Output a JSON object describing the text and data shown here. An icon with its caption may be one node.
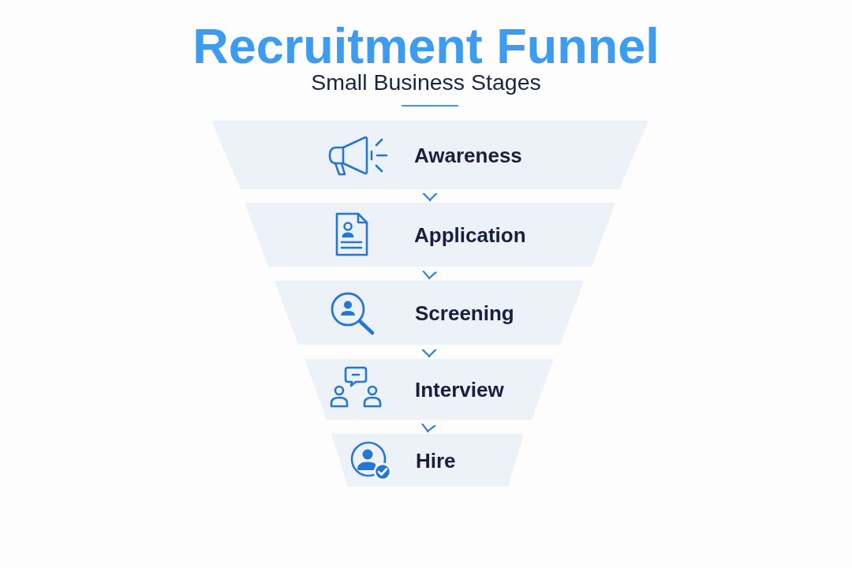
{
  "diagram": {
    "title": "Recruitment Funnel",
    "nodes": [
      {
        "text": [
          "Awareness"
        ]
      },
      {
        "text": [
          "Application"
        ]
      },
      {
        "text": [
          "Screening"
        ]
      },
      {
        "text": [
          "Interview"
        ]
      },
      {
        "text": [
          "Hire"
        ]
      }
    ],
    "edges": [
      {
        "from": 0,
        "to": 1,
        "arrow": "to"
      },
      {
        "from": 1,
        "to": 2,
        "arrow": "to"
      },
      {
        "from": 2,
        "to": 3,
        "arrow": "to"
      },
      {
        "from": 3,
        "to": 4,
        "arrow": "to"
      }
    ],
    "labels": [
      "Small Business Stages"
    ]
  }
}
